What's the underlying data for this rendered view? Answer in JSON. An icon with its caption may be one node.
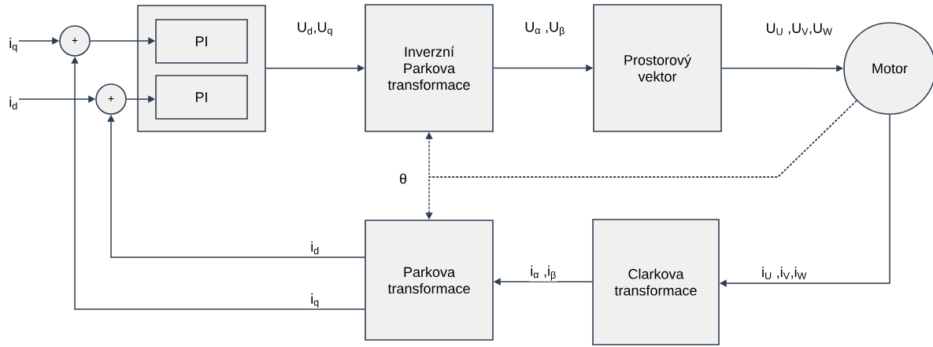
{
  "diagram": {
    "nodes": [
      {
        "text": [
          "i$_{q}$"
        ]
      },
      {
        "text": [
          "i$_{d}$"
        ]
      },
      {
        "text": [
          "+"
        ]
      },
      {
        "text": [
          "+"
        ]
      },
      {
        "text": [],
        "shape": "box"
      },
      {
        "text": [
          "PI"
        ],
        "in": 4
      },
      {
        "text": [
          "PI"
        ],
        "in": 4
      },
      {
        "text": [
          "Inverzní Parkova transformace"
        ]
      },
      {
        "text": [
          "Prostorový vektor"
        ]
      },
      {
        "text": [
          "Motor"
        ]
      },
      {
        "text": [
          "Parkova transformace"
        ]
      },
      {
        "text": [
          "Clarkova transformace"
        ]
      }
    ],
    "edges": [
      {
        "from": 0,
        "to": 2,
        "arrow": "to"
      },
      {
        "from": 1,
        "to": 3,
        "arrow": "to"
      },
      {
        "from": 2,
        "to": 5,
        "arrow": "to"
      },
      {
        "from": 3,
        "to": 6,
        "arrow": "to"
      },
      {
        "from": 4,
        "to": 7,
        "arrow": "to",
        "label": "U$_{d}$,U$_{q}$"
      },
      {
        "from": 7,
        "to": 8,
        "arrow": "to",
        "label": "U$_{α}$ ,U$_{β}$"
      },
      {
        "from": 8,
        "to": 9,
        "arrow": "to",
        "label": "U$_{U}$ ,U$_{V}$,U$_{W}$"
      },
      {
        "from": 9,
        "to": 11,
        "arrow": "to",
        "label": "i$_{U}$ ,i$_{V}$,i$_{W}$"
      },
      {
        "from": 11,
        "to": 10,
        "arrow": "to",
        "label": "i$_{α}$ ,i$_{β}$"
      },
      {
        "from": 10,
        "to": 3,
        "arrow": "to",
        "label": "i$_{d}$"
      },
      {
        "from": 10,
        "to": 2,
        "arrow": "to",
        "label": "i$_{q}$"
      },
      {
        "from": 9,
        "to": 7,
        "arrow": "to",
        "style": "dashed"
      },
      {
        "from": 9,
        "to": 10,
        "arrow": "to",
        "style": "dashed"
      }
    ],
    "labels": [
      "θ"
    ]
  }
}
